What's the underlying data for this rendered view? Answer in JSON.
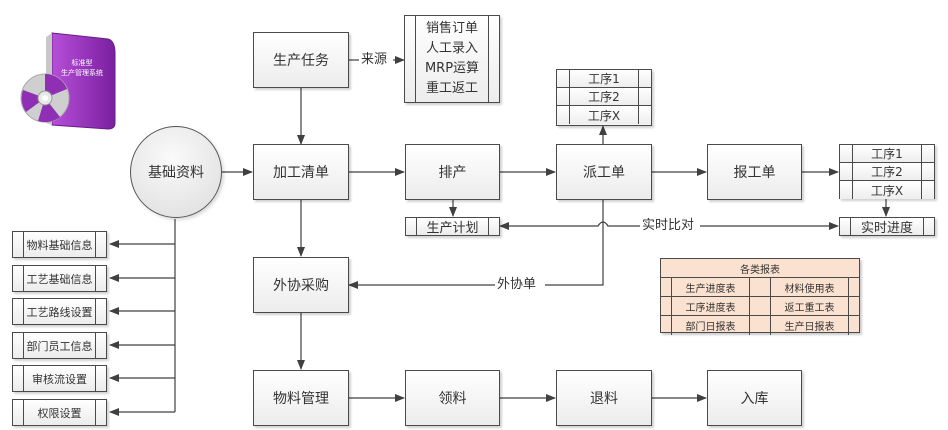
{
  "product_image": {
    "box_title_line1": "标准型",
    "box_title_line2": "生产管理系统"
  },
  "nodes": {
    "production_task": "生产任务",
    "processing_list": "加工清单",
    "scheduling": "排产",
    "dispatch_order": "派工单",
    "work_report": "报工单",
    "outsourcing_purchase": "外协采购",
    "material_management": "物料管理",
    "material_requisition": "领料",
    "material_return": "退料",
    "warehousing": "入库",
    "basic_data": "基础资料",
    "production_plan": "生产计划",
    "realtime_progress": "实时进度"
  },
  "sources": {
    "label": "来源",
    "items": [
      "销售订单",
      "人工录入",
      "MRP运算",
      "重工返工"
    ]
  },
  "dispatch_processes": [
    "工序1",
    "工序2",
    "工序X"
  ],
  "report_processes": [
    "工序1",
    "工序2",
    "工序X"
  ],
  "edge_labels": {
    "realtime_compare": "实时比对",
    "outsourcing_order": "外协单"
  },
  "basic_data_items": [
    "物料基础信息",
    "工艺基础信息",
    "工艺路线设置",
    "部门员工信息",
    "审核流设置",
    "权限设置"
  ],
  "reports": {
    "title": "各类报表",
    "items": [
      "生产进度表",
      "材料使用表",
      "工序进度表",
      "返工重工表",
      "部门日报表",
      "生产日报表"
    ]
  },
  "colors": {
    "reports_bg": "#fbe1cf",
    "product_purple": "#8e2fb4",
    "line": "#404040"
  }
}
